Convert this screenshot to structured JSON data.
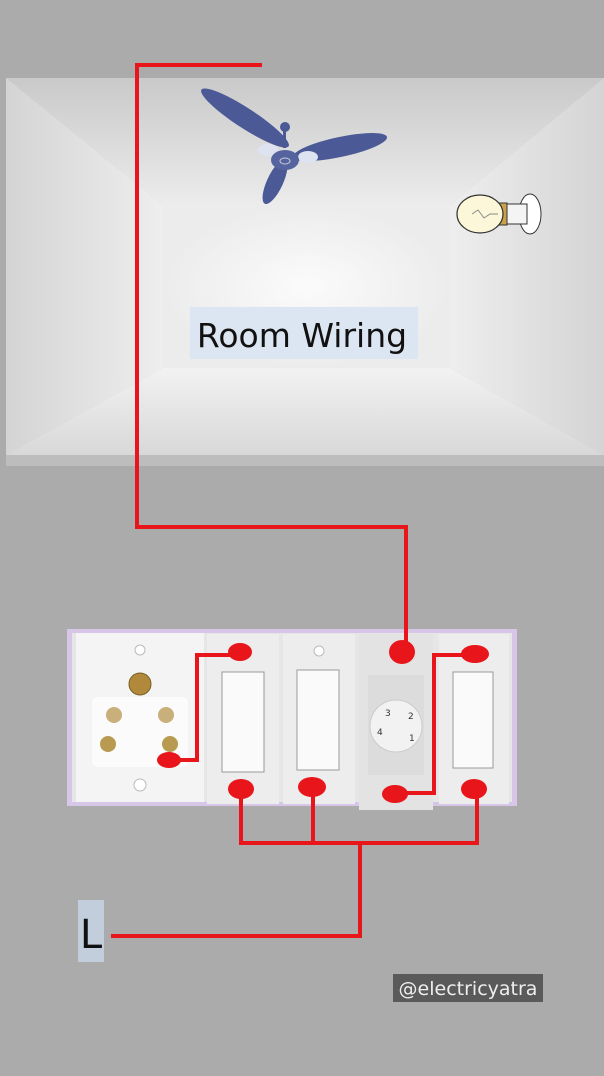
{
  "title": "Room Wiring",
  "line_label": "L",
  "watermark": "@electricyatra",
  "regulator_marks": [
    "3",
    "2",
    "4",
    "1"
  ],
  "colors": {
    "wire": "#e8161b",
    "background": "#ababab",
    "fan": "#4b5a96",
    "label_bg": "#dce6f2"
  },
  "components": {
    "ceiling_fan": "fan-icon",
    "light_bulb": "bulb-icon",
    "socket": "3-pin-socket",
    "switches": 3,
    "fan_regulator": "regulator-dial"
  }
}
